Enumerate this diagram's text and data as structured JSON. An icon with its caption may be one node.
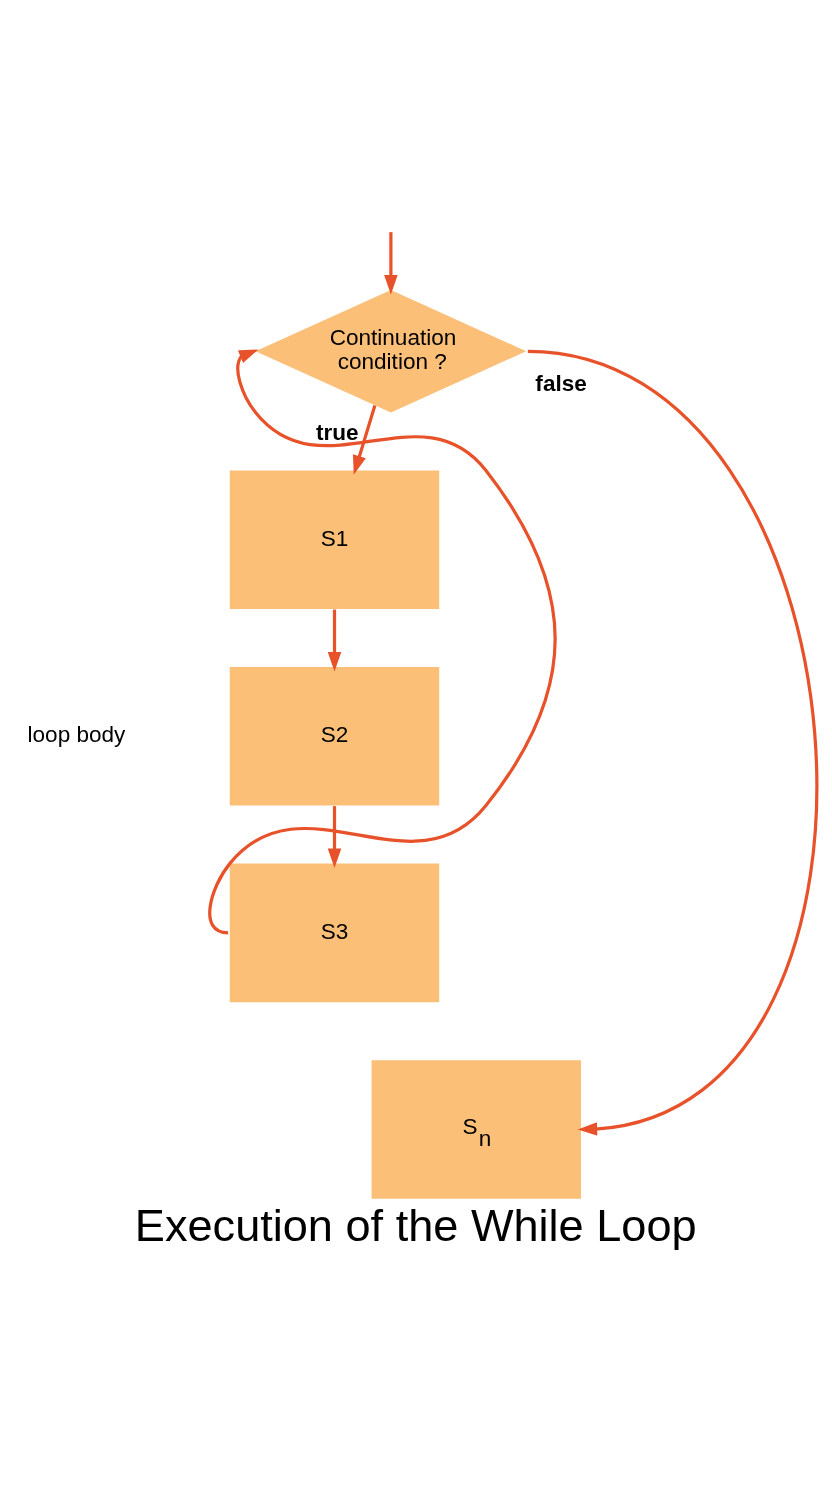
{
  "diagram": {
    "caption": "Execution of the While Loop",
    "nodes": [
      {
        "text": [
          "Continuation condition ?"
        ]
      },
      {
        "text": [
          "S1"
        ]
      },
      {
        "text": [
          "S2"
        ]
      },
      {
        "text": [
          "S3"
        ]
      },
      {
        "text": [
          "S$_{n}$"
        ]
      }
    ],
    "edges": [
      {
        "from": null,
        "to": 0,
        "arrow": "to"
      },
      {
        "from": 0,
        "to": 1,
        "arrow": "to",
        "label": "true"
      },
      {
        "from": 1,
        "to": 2,
        "arrow": "to"
      },
      {
        "from": 2,
        "to": 3,
        "arrow": "to"
      },
      {
        "from": 3,
        "to": 0,
        "arrow": "to"
      },
      {
        "from": 0,
        "to": 4,
        "arrow": "to",
        "label": "false"
      }
    ],
    "labels": [
      "loop body"
    ]
  }
}
